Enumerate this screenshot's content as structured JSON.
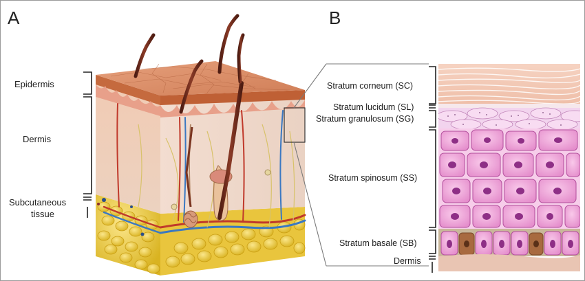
{
  "panel_a": {
    "letter": "A",
    "labels": {
      "epidermis": "Epidermis",
      "dermis": "Dermis",
      "subcutaneous_line1": "Subcutaneous",
      "subcutaneous_line2": "tissue"
    }
  },
  "panel_b": {
    "letter": "B",
    "labels": {
      "stratum_corneum": "Stratum corneum (SC)",
      "stratum_lucidum": "Stratum lucidum (SL)",
      "stratum_granulosum": "Stratum granulosum (SG)",
      "stratum_spinosum": "Stratum spinosum (SS)",
      "stratum_basale": "Stratum basale (SB)",
      "dermis": "Dermis"
    }
  },
  "colors": {
    "skin_surface": "#d98f6a",
    "epidermis_band": "#c56a3e",
    "dermis": "#f3d6c4",
    "subcutaneous_fat": "#efd34a",
    "artery": "#c0392b",
    "vein": "#3a78c2",
    "hair": "#6b2a1e",
    "spinosum_cell": "#f0a6d8",
    "nucleus": "#8e2f86",
    "corneum": "#f3c7b4",
    "basale_bg": "#c9b79a"
  }
}
